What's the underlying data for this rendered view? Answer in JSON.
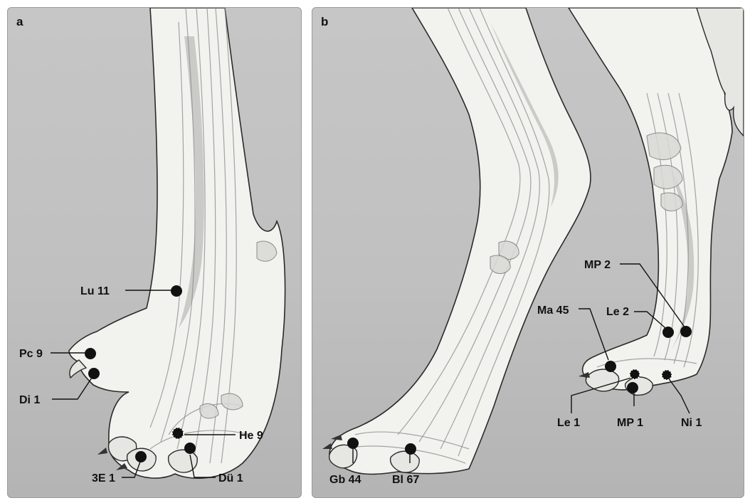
{
  "panels": [
    {
      "label": "a",
      "points": [
        {
          "id": "Lu 11"
        },
        {
          "id": "Pc 9"
        },
        {
          "id": "Di 1"
        },
        {
          "id": "He 9"
        },
        {
          "id": "3E 1"
        },
        {
          "id": "Dü 1"
        }
      ]
    },
    {
      "label": "b",
      "points": [
        {
          "id": "MP 2"
        },
        {
          "id": "Ma 45"
        },
        {
          "id": "Le 2"
        },
        {
          "id": "Le 1"
        },
        {
          "id": "MP 1"
        },
        {
          "id": "Ni 1"
        },
        {
          "id": "Gb 44"
        },
        {
          "id": "Bl 67"
        }
      ]
    }
  ],
  "colors": {
    "point": "#111111",
    "background": "#c2c2c2",
    "skin": "#f2f2ef"
  }
}
